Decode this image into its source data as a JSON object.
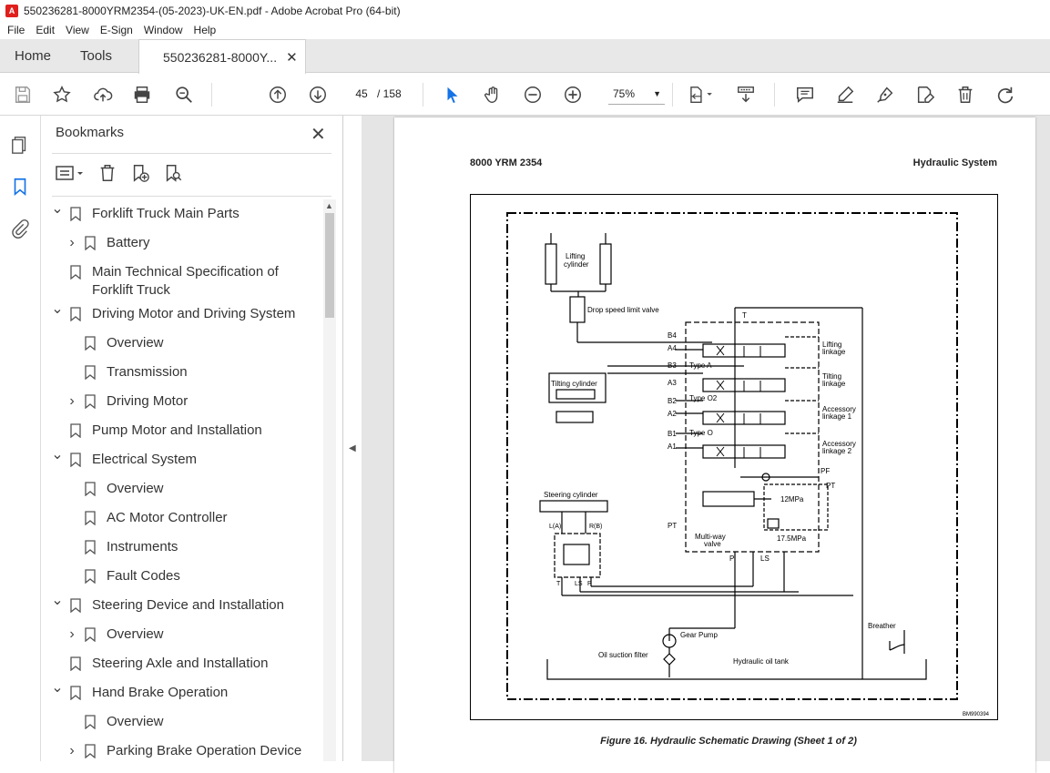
{
  "window": {
    "title": "550236281-8000YRM2354-(05-2023)-UK-EN.pdf - Adobe Acrobat Pro (64-bit)"
  },
  "menu": [
    "File",
    "Edit",
    "View",
    "E-Sign",
    "Window",
    "Help"
  ],
  "tabs": {
    "home": "Home",
    "tools": "Tools",
    "document": "550236281-8000Y..."
  },
  "toolbar": {
    "page_current": "45",
    "page_total": "/ 158",
    "zoom": "75%"
  },
  "bookmarks_panel": {
    "title": "Bookmarks",
    "items": [
      {
        "label": "Forklift Truck Main Parts",
        "level": 0,
        "expander": "expanded"
      },
      {
        "label": "Battery",
        "level": 1,
        "expander": "collapsed"
      },
      {
        "label": "Main Technical Specification of Forklift Truck",
        "level": 0,
        "expander": "none"
      },
      {
        "label": "Driving Motor and Driving System",
        "level": 0,
        "expander": "expanded"
      },
      {
        "label": "Overview",
        "level": 1,
        "expander": "none"
      },
      {
        "label": "Transmission",
        "level": 1,
        "expander": "none"
      },
      {
        "label": "Driving Motor",
        "level": 1,
        "expander": "collapsed"
      },
      {
        "label": "Pump Motor and Installation",
        "level": 0,
        "expander": "none"
      },
      {
        "label": "Electrical System",
        "level": 0,
        "expander": "expanded"
      },
      {
        "label": "Overview",
        "level": 1,
        "expander": "none"
      },
      {
        "label": "AC Motor Controller",
        "level": 1,
        "expander": "none"
      },
      {
        "label": "Instruments",
        "level": 1,
        "expander": "none"
      },
      {
        "label": "Fault Codes",
        "level": 1,
        "expander": "none"
      },
      {
        "label": "Steering Device and Installation",
        "level": 0,
        "expander": "expanded"
      },
      {
        "label": "Overview",
        "level": 1,
        "expander": "collapsed"
      },
      {
        "label": "Steering Axle and Installation",
        "level": 0,
        "expander": "none"
      },
      {
        "label": "Hand Brake Operation",
        "level": 0,
        "expander": "expanded"
      },
      {
        "label": "Overview",
        "level": 1,
        "expander": "none"
      },
      {
        "label": "Parking Brake Operation Device",
        "level": 1,
        "expander": "collapsed"
      }
    ]
  },
  "document_page": {
    "header_left": "8000 YRM 2354",
    "header_right": "Hydraulic System",
    "caption": "Figure 16. Hydraulic Schematic Drawing (Sheet 1 of 2)",
    "diagram": {
      "lifting_cylinder": [
        "Lifting",
        "cylinder"
      ],
      "drop_speed_valve": "Drop speed limit valve",
      "tilting_cylinder": "Tilting cylinder",
      "steering_cylinder": "Steering cylinder",
      "port_T": "T",
      "ports_left": [
        "B4",
        "A4",
        "B3",
        "A3",
        "B2",
        "A2",
        "B1",
        "A1"
      ],
      "type_a": "Type A",
      "type_o2": "Type O2",
      "type_o": "Type O",
      "linkage1": [
        "Lifting",
        "linkage"
      ],
      "linkage2": [
        "Tilting",
        "linkage"
      ],
      "linkage3": [
        "Accessory",
        "linkage 1"
      ],
      "linkage4": [
        "Accessory",
        "linkage 2"
      ],
      "pf": "PF",
      "pt": "PT",
      "pressure1": "12MPa",
      "pressure2": "17.5MPa",
      "multiway": [
        "Multi-way",
        "valve"
      ],
      "p": "P",
      "ls": "LS",
      "l_a": "L(A)",
      "r_b": "R(B)",
      "t_small": "T",
      "ls_small": "LS",
      "p_small": "P",
      "gear_pump": "Gear Pump",
      "breather": "Breather",
      "oil_filter": "Oil suction filter",
      "oil_tank": "Hydraulic oil tank",
      "code": "BM990394"
    }
  }
}
